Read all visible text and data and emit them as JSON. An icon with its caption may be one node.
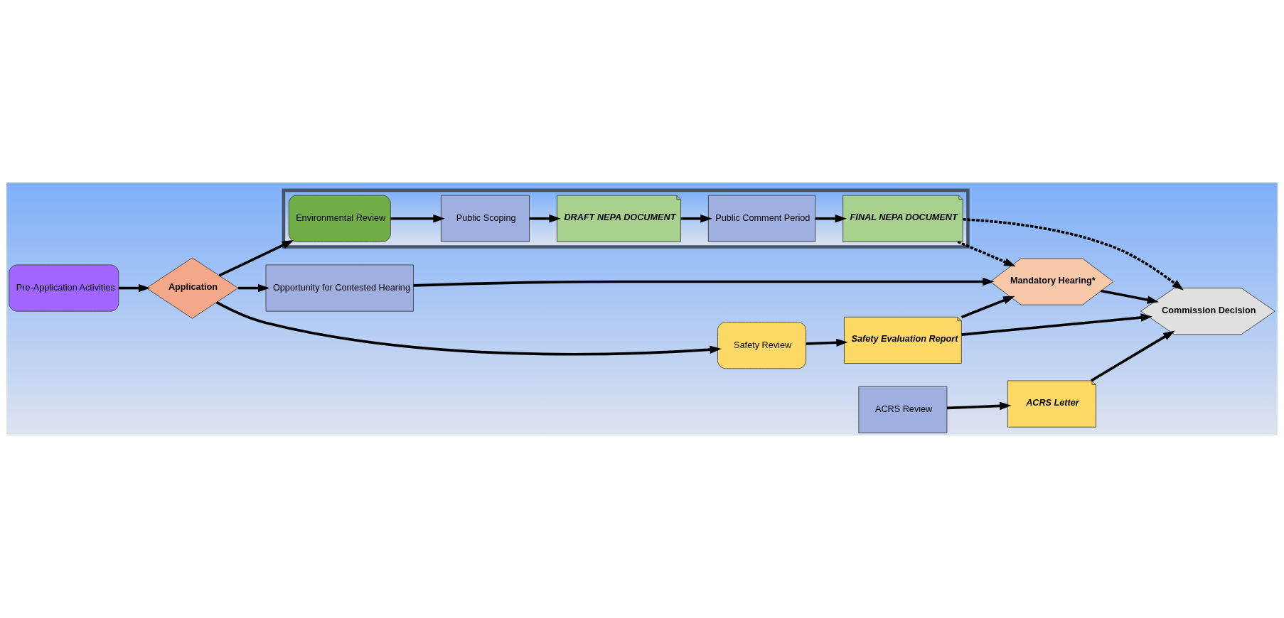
{
  "diagram": {
    "nodes": [
      {
        "text": [
          "Pre-Application Activities"
        ]
      },
      {
        "text": [
          "Application"
        ]
      },
      {
        "text": [
          "Safety Review"
        ]
      },
      {
        "text": [
          "Safety Evaluation Report"
        ]
      },
      {
        "text": [
          "ACRS Review"
        ]
      },
      {
        "text": [
          "ACRS Letter"
        ]
      },
      {
        "text": [
          "Opportunity for Contested Hearing"
        ]
      },
      {
        "text": [
          "Mandatory Hearing*"
        ]
      },
      {
        "text": [
          "Commission Decision"
        ]
      },
      {
        "text": [],
        "shape": "box"
      },
      {
        "text": [
          "Environmental Review"
        ],
        "in": 9
      },
      {
        "text": [
          "Public Scoping"
        ],
        "in": 9
      },
      {
        "text": [
          "DRAFT NEPA DOCUMENT"
        ],
        "in": 9
      },
      {
        "text": [
          "Public Comment Period"
        ],
        "in": 9
      },
      {
        "text": [
          "FINAL NEPA DOCUMENT"
        ],
        "in": 9
      }
    ],
    "edges": [
      {
        "from": 0,
        "to": 1,
        "arrow": "to"
      },
      {
        "from": 1,
        "to": 2,
        "arrow": "to"
      },
      {
        "from": 1,
        "to": 6,
        "arrow": "to"
      },
      {
        "from": 1,
        "to": 10,
        "arrow": "to"
      },
      {
        "from": 2,
        "to": 3,
        "arrow": "to"
      },
      {
        "from": 3,
        "to": 7,
        "arrow": "to"
      },
      {
        "from": 3,
        "to": 8,
        "arrow": "to"
      },
      {
        "from": 4,
        "to": 5,
        "arrow": "to"
      },
      {
        "from": 5,
        "to": 8,
        "arrow": "to"
      },
      {
        "from": 6,
        "to": 7,
        "arrow": "to"
      },
      {
        "from": 7,
        "to": 8,
        "arrow": "to"
      },
      {
        "from": 10,
        "to": 11,
        "arrow": "to"
      },
      {
        "from": 11,
        "to": 12,
        "arrow": "to"
      },
      {
        "from": 12,
        "to": 13,
        "arrow": "to"
      },
      {
        "from": 13,
        "to": 14,
        "arrow": "to"
      },
      {
        "from": 14,
        "to": 7,
        "arrow": "to",
        "style": "dashed"
      },
      {
        "from": 14,
        "to": 8,
        "arrow": "to",
        "style": "dashed"
      }
    ]
  }
}
